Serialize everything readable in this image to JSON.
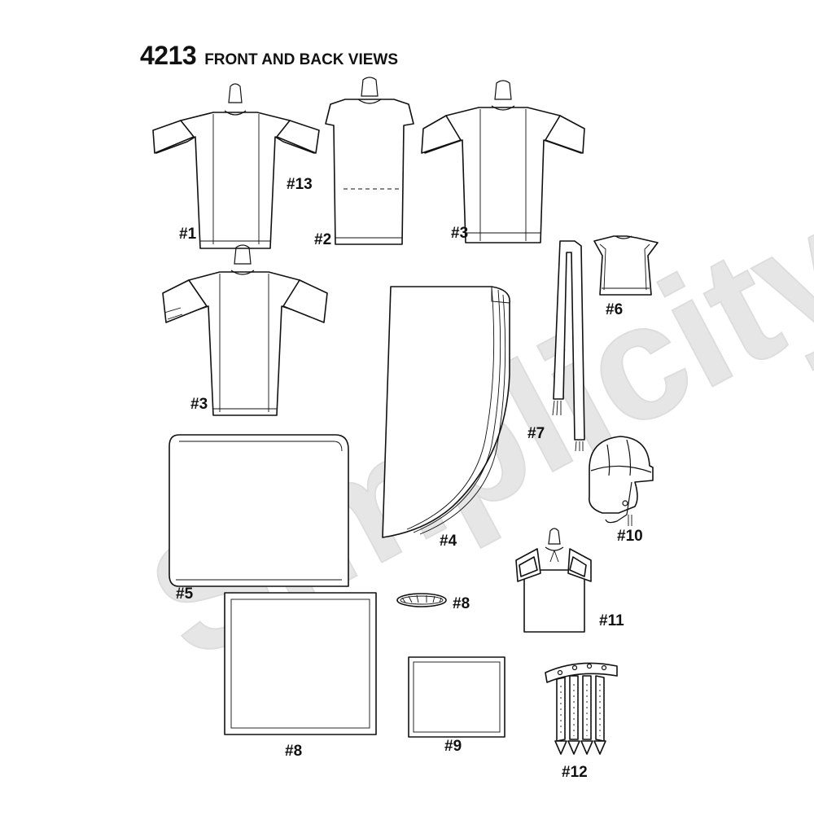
{
  "header": {
    "pattern_number": "4213",
    "title": "FRONT AND BACK VIEWS"
  },
  "watermark": {
    "brand": "Simplicity",
    "color": "#e6e6e6"
  },
  "labels": {
    "v1": "#1",
    "v13": "#13",
    "v2": "#2",
    "v3a": "#3",
    "v3b": "#3",
    "v6": "#6",
    "v7": "#7",
    "v4": "#4",
    "v5": "#5",
    "v10": "#10",
    "v8a": "#8",
    "v8b": "#8",
    "v11": "#11",
    "v9": "#9",
    "v12": "#12"
  }
}
